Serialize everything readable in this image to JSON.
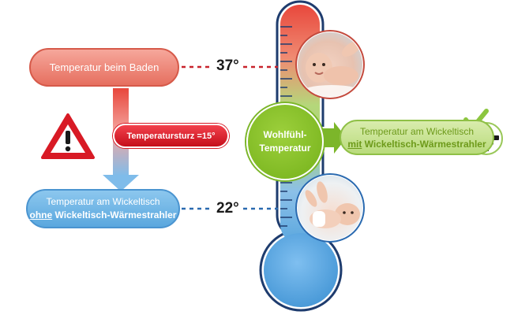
{
  "bathing": {
    "label": "Temperatur beim Baden",
    "value": "37°"
  },
  "drop": {
    "label": "Temperatursturz =15°"
  },
  "without_heater": {
    "line1": "Temperatur am Wickeltisch",
    "line2_underlined": "ohne",
    "line2_rest": " Wickeltisch-Wärmestrahler",
    "value": "22°"
  },
  "with_heater": {
    "line1": "Temperatur am Wickeltisch",
    "line2_underlined": "mit",
    "line2_rest": " Wickeltisch-Wärmestrahler"
  },
  "comfort": {
    "line1": "Wohlfühl-",
    "line2": "Temperatur"
  },
  "icons": {
    "warning": "warning-triangle-icon",
    "check": "checkmark-icon",
    "heater": "heater-lamp-icon",
    "baby_bath": "baby-bathing-photo",
    "baby_table": "baby-changing-table-photo"
  },
  "colors": {
    "hot": "#e8473c",
    "cold": "#5aa7de",
    "comfort": "#7cb62a",
    "drop": "#d81a25"
  }
}
